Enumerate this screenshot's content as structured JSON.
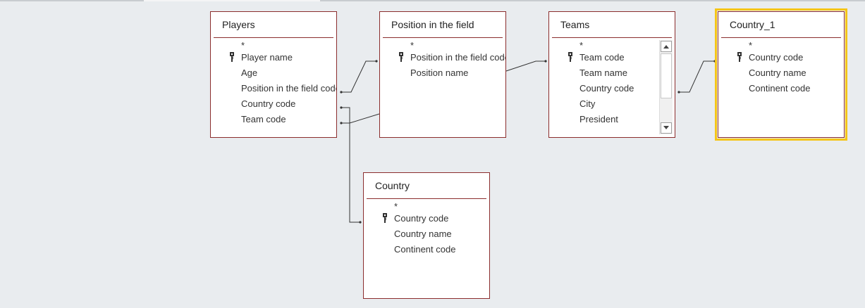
{
  "tables": {
    "players": {
      "title": "Players",
      "fields": [
        {
          "label": "*",
          "key": false
        },
        {
          "label": "Player name",
          "key": true
        },
        {
          "label": "Age",
          "key": false
        },
        {
          "label": "Position in the field code",
          "key": false
        },
        {
          "label": "Country code",
          "key": false
        },
        {
          "label": "Team code",
          "key": false
        }
      ]
    },
    "position": {
      "title": "Position in the field",
      "fields": [
        {
          "label": "*",
          "key": false
        },
        {
          "label": "Position in the field code",
          "key": true
        },
        {
          "label": "Position name",
          "key": false
        }
      ]
    },
    "teams": {
      "title": "Teams",
      "fields": [
        {
          "label": "*",
          "key": false
        },
        {
          "label": "Team code",
          "key": true
        },
        {
          "label": "Team name",
          "key": false
        },
        {
          "label": "Country code",
          "key": false
        },
        {
          "label": "City",
          "key": false
        },
        {
          "label": "President",
          "key": false
        }
      ]
    },
    "country1": {
      "title": "Country_1",
      "fields": [
        {
          "label": "*",
          "key": false
        },
        {
          "label": "Country code",
          "key": true
        },
        {
          "label": "Country name",
          "key": false
        },
        {
          "label": "Continent code",
          "key": false
        }
      ]
    },
    "country": {
      "title": "Country",
      "fields": [
        {
          "label": "*",
          "key": false
        },
        {
          "label": "Country code",
          "key": true
        },
        {
          "label": "Country name",
          "key": false
        },
        {
          "label": "Continent code",
          "key": false
        }
      ]
    }
  },
  "colors": {
    "table_border": "#8b2d2d",
    "selection": "#f5c518",
    "background": "#e9ecef"
  },
  "icons": {
    "primary_key": "key-icon",
    "scroll_up": "chevron-up-icon",
    "scroll_down": "chevron-down-icon"
  }
}
